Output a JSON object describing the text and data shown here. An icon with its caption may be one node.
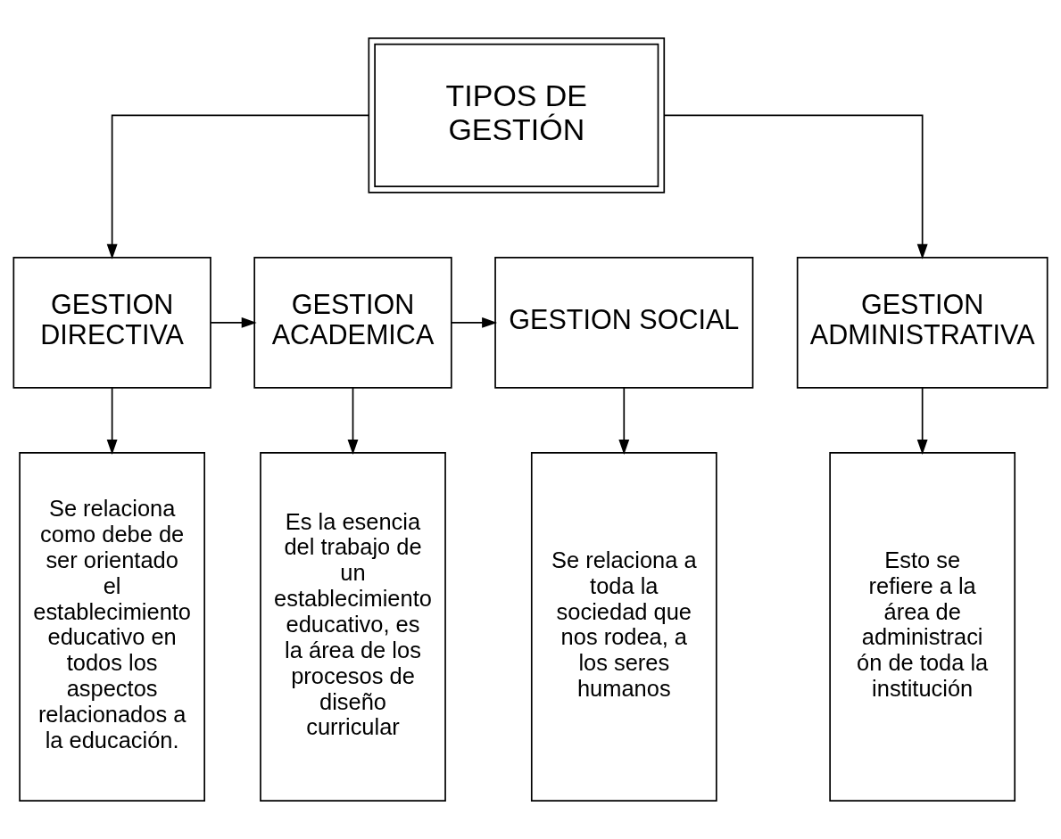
{
  "diagram": {
    "nodes": [
      {
        "text": [
          "TIPOS DE GESTIÓN"
        ]
      },
      {
        "text": [
          "GESTION DIRECTIVA"
        ]
      },
      {
        "text": [
          "GESTION ACADEMICA"
        ]
      },
      {
        "text": [
          "GESTION SOCIAL"
        ]
      },
      {
        "text": [
          "GESTION ADMINISTRATIVA"
        ]
      },
      {
        "text": [
          "Se relaciona como debe de ser orientado el establecimiento educativo en todos los aspectos relacionados a la educación."
        ]
      },
      {
        "text": [
          "Es la esencia del trabajo de un establecimiento educativo, es la área de los procesos de diseño curricular"
        ]
      },
      {
        "text": [
          "Se relaciona a toda la sociedad que nos rodea, a los seres humanos"
        ]
      },
      {
        "text": [
          "Esto se refiere a la área de administraci ón de toda la institución"
        ]
      }
    ],
    "edges": [
      {
        "from": 0,
        "to": 1,
        "arrow": "to"
      },
      {
        "from": 0,
        "to": 4,
        "arrow": "to"
      },
      {
        "from": 1,
        "to": 2,
        "arrow": "to"
      },
      {
        "from": 2,
        "to": 3,
        "arrow": "to"
      },
      {
        "from": 1,
        "to": 5,
        "arrow": "to"
      },
      {
        "from": 2,
        "to": 6,
        "arrow": "to"
      },
      {
        "from": 3,
        "to": 7,
        "arrow": "to"
      },
      {
        "from": 4,
        "to": 8,
        "arrow": "to"
      }
    ]
  }
}
